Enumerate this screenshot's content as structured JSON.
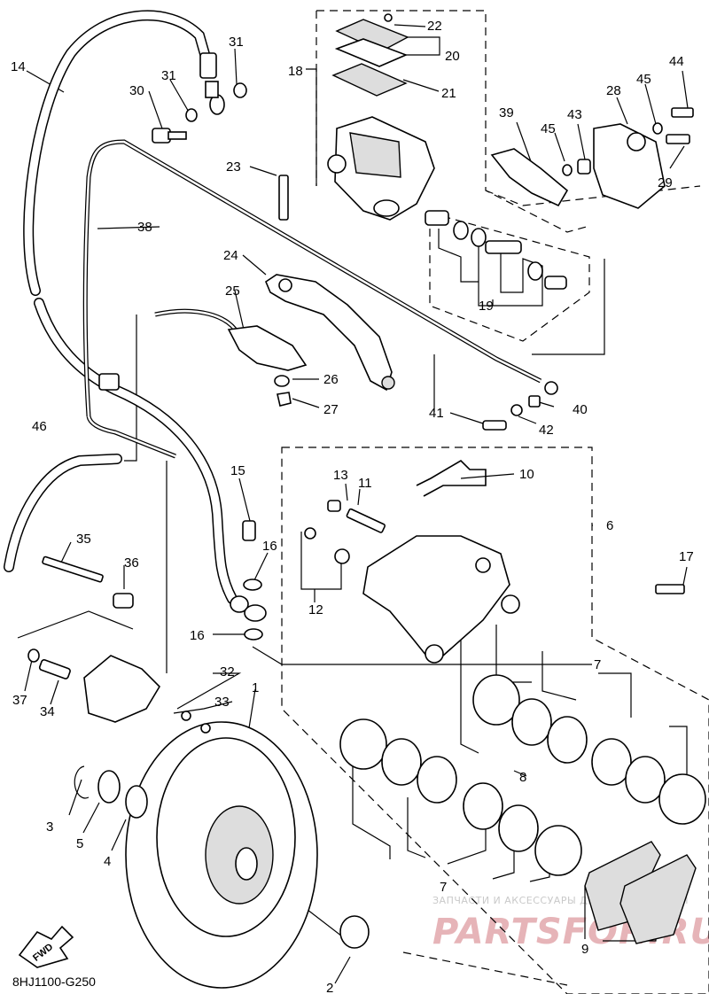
{
  "diagram_code": "8HJ1100-G250",
  "fwd_label": "FWD",
  "watermark": {
    "tagline": "ЗАПЧАСТИ И АКСЕССУАРЫ ДЛЯ МОТОТЕХНИКИ",
    "brand": "PARTSFOR.RU"
  },
  "callouts": {
    "c1": "1",
    "c2": "2",
    "c3": "3",
    "c4": "4",
    "c5": "5",
    "c6": "6",
    "c7a": "7",
    "c7b": "7",
    "c8": "8",
    "c9": "9",
    "c10": "10",
    "c11": "11",
    "c12": "12",
    "c13": "13",
    "c14": "14",
    "c15": "15",
    "c16a": "16",
    "c16b": "16",
    "c17": "17",
    "c18": "18",
    "c19": "19",
    "c20": "20",
    "c21": "21",
    "c22": "22",
    "c23": "23",
    "c24": "24",
    "c25": "25",
    "c26": "26",
    "c27": "27",
    "c28": "28",
    "c29": "29",
    "c30": "30",
    "c31a": "31",
    "c31b": "31",
    "c32": "32",
    "c33": "33",
    "c34": "34",
    "c35": "35",
    "c36": "36",
    "c37": "37",
    "c38": "38",
    "c39": "39",
    "c40": "40",
    "c41": "41",
    "c42": "42",
    "c43": "43",
    "c44": "44",
    "c45a": "45",
    "c45b": "45",
    "c46": "46"
  }
}
